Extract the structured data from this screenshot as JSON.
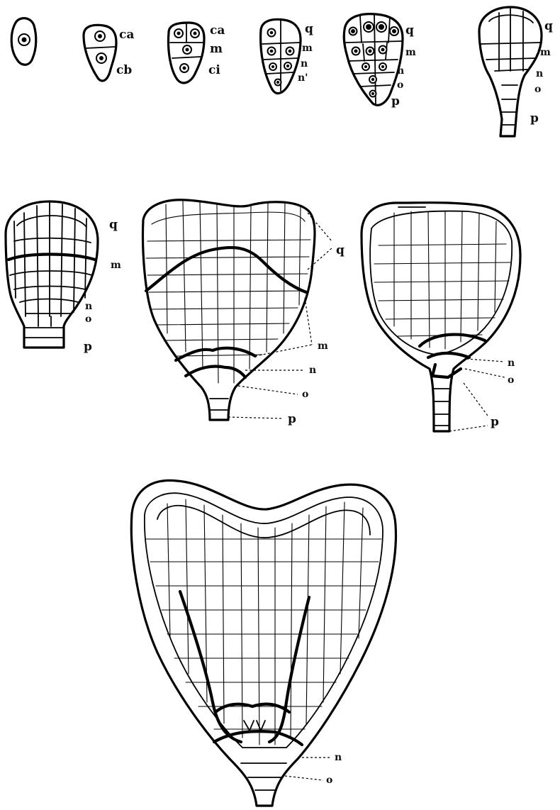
{
  "figures": [
    {
      "id": "stage-1",
      "labels": []
    },
    {
      "id": "stage-2",
      "labels": [
        "ca",
        "cb"
      ]
    },
    {
      "id": "stage-3",
      "labels": [
        "ca",
        "m",
        "ci"
      ]
    },
    {
      "id": "stage-4",
      "labels": [
        "q",
        "m",
        "n",
        "n'"
      ]
    },
    {
      "id": "stage-5",
      "labels": [
        "q",
        "m",
        "n",
        "o",
        "p"
      ]
    },
    {
      "id": "stage-6",
      "labels": [
        "q",
        "m",
        "n",
        "o",
        "p"
      ]
    },
    {
      "id": "stage-7",
      "labels": [
        "q",
        "m",
        "n",
        "o",
        "p"
      ]
    },
    {
      "id": "stage-8",
      "labels": [
        "q",
        "m",
        "n",
        "o",
        "p"
      ]
    },
    {
      "id": "stage-9",
      "labels": [
        "n",
        "o",
        "p"
      ]
    },
    {
      "id": "stage-10",
      "labels": [
        "n",
        "o"
      ]
    }
  ]
}
